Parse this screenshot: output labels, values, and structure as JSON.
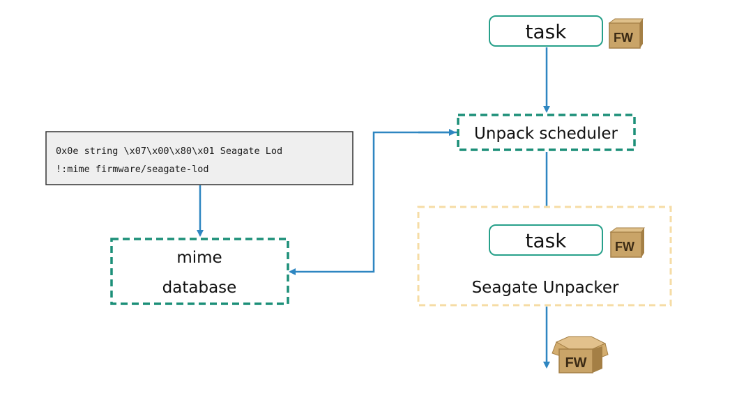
{
  "colors": {
    "solid_box_border": "#27a08a",
    "dashed_box_border": "#1c8f78",
    "unpacker_border": "#f6dca5",
    "arrow": "#2e86c1",
    "code_bg": "#efefef",
    "code_border": "#333333",
    "fw_box": "#c9a468",
    "fw_box_dark": "#a47f45",
    "fw_text": "#3b2a14"
  },
  "nodes": {
    "task_top": {
      "label": "task",
      "icon": "fw-package-icon"
    },
    "scheduler": {
      "label": "Unpack scheduler"
    },
    "unpacker": {
      "title": "Seagate Unpacker",
      "task": {
        "label": "task",
        "icon": "fw-package-icon"
      }
    },
    "mime_db": {
      "line1": "mime",
      "line2": "database"
    },
    "magic_rule": {
      "line1": "0x0e string  \\x07\\x00\\x80\\x01 Seagate Lod",
      "line2": "!:mime firmware/seagate-lod"
    },
    "output": {
      "icon": "fw-open-package-icon"
    }
  },
  "icon_text": {
    "fw": "FW"
  }
}
